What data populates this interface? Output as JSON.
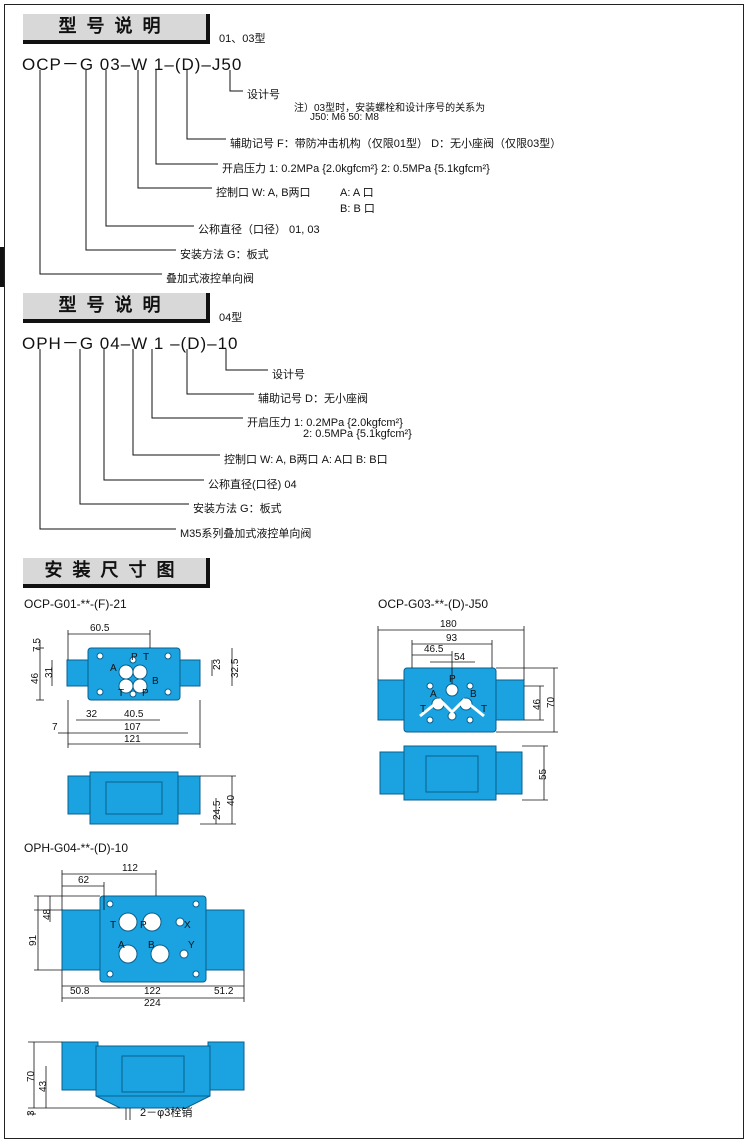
{
  "section1": {
    "title": "型号说明",
    "subtitle": "01、03型",
    "code": "OCP－G 03–W 1–(D)–J50",
    "labels": {
      "design": "设计号",
      "design_note1": "注）03型时，安装螺栓和设计序号的关系为",
      "design_note2": "J50: M6  50: M8",
      "aux": "辅助记号 F：带防冲击机构（仅限01型）  D：无小座阀（仅限03型）",
      "pressure": "开启压力  1: 0.2MPa {2.0kgfcm²}  2: 0.5MPa {5.1kgfcm²}",
      "port": "控制口   W: A, B两口",
      "port_a": "A: A 口",
      "port_b": "B: B 口",
      "size": "公称直径（口径）  01, 03",
      "mount": "安装方法   G：板式",
      "type": "叠加式液控单向阀"
    }
  },
  "section2": {
    "title": "型号说明",
    "subtitle": "04型",
    "code": "OPH－G 04–W 1 –(D)–10",
    "labels": {
      "design": "设计号",
      "aux": "辅助记号  D：无小座阀",
      "pressure1": "开启压力   1: 0.2MPa {2.0kgfcm²}",
      "pressure2": "2: 0.5MPa {5.1kgfcm²}",
      "port": "控制口  W: A, B两口  A: A口  B: B口",
      "size": "公称直径(口径) 04",
      "mount": "安装方法   G：板式",
      "type": "M35系列叠加式液控单向阀"
    }
  },
  "section3": {
    "title": "安装尺寸图",
    "g01": {
      "name": "OCP-G01-**-(F)-21",
      "dims": [
        "60.5",
        "7.5",
        "46",
        "31",
        "23",
        "32.5",
        "32",
        "40.5",
        "107",
        "121",
        "7",
        "24.5",
        "40"
      ],
      "ports": [
        "T",
        "P",
        "A",
        "B",
        "T",
        "P"
      ]
    },
    "g03": {
      "name": "OCP-G03-**-(D)-J50",
      "dims": [
        "180",
        "93",
        "46.5",
        "54",
        "46",
        "70",
        "55"
      ],
      "ports": [
        "P",
        "A",
        "B",
        "T",
        "T"
      ]
    },
    "g04": {
      "name": "OPH-G04-**-(D)-10",
      "dims": [
        "112",
        "62",
        "48",
        "91",
        "50.8",
        "122",
        "51.2",
        "224",
        "70",
        "43",
        "3"
      ],
      "ports": [
        "T",
        "P",
        "X",
        "A",
        "B",
        "Y"
      ],
      "pin": "2－φ3栓销"
    }
  },
  "colors": {
    "valve": "#1aa3e0",
    "valve_stroke": "#0a5f8c"
  }
}
